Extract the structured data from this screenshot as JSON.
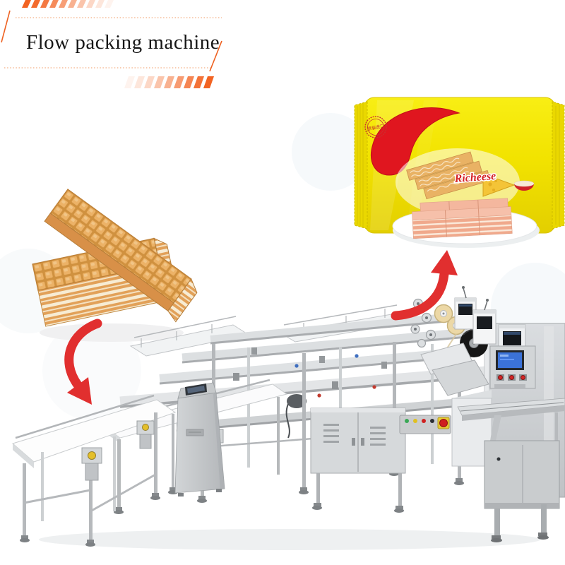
{
  "title_block": {
    "title": "Flow packing machine",
    "accent_color": "#f26322",
    "text_color": "#161616"
  },
  "package": {
    "brand": "Richeese",
    "stamp_text": "原装进口",
    "colors": {
      "wrapper_yellow": "#f2e300",
      "blob_red": "#e0161f",
      "brand_red": "#d42025",
      "plate_white": "#ffffff",
      "pink_wafer": "#f0a98c"
    }
  },
  "wafers": {
    "colors": {
      "biscuit_tan": "#e9ab5e",
      "grid_line": "#d08f43",
      "cream": "#f7ecd4"
    }
  },
  "machine": {
    "colors": {
      "steel_light": "#e3e5e7",
      "steel_mid": "#c6c9cc",
      "steel_dark": "#9da1a4",
      "belt_white": "#fbfbfc",
      "hmi_blue": "#3b72d8",
      "estop_red": "#cf1f1f",
      "motor_badge_yellow": "#e4bf2a",
      "film_roll_black": "#161616",
      "film_roll_tan": "#ecd8a6"
    }
  },
  "arrows": {
    "color": "#e12f2f",
    "left_icon": "curved-arrow-down-right-icon",
    "right_icon": "curved-arrow-up-right-icon"
  }
}
